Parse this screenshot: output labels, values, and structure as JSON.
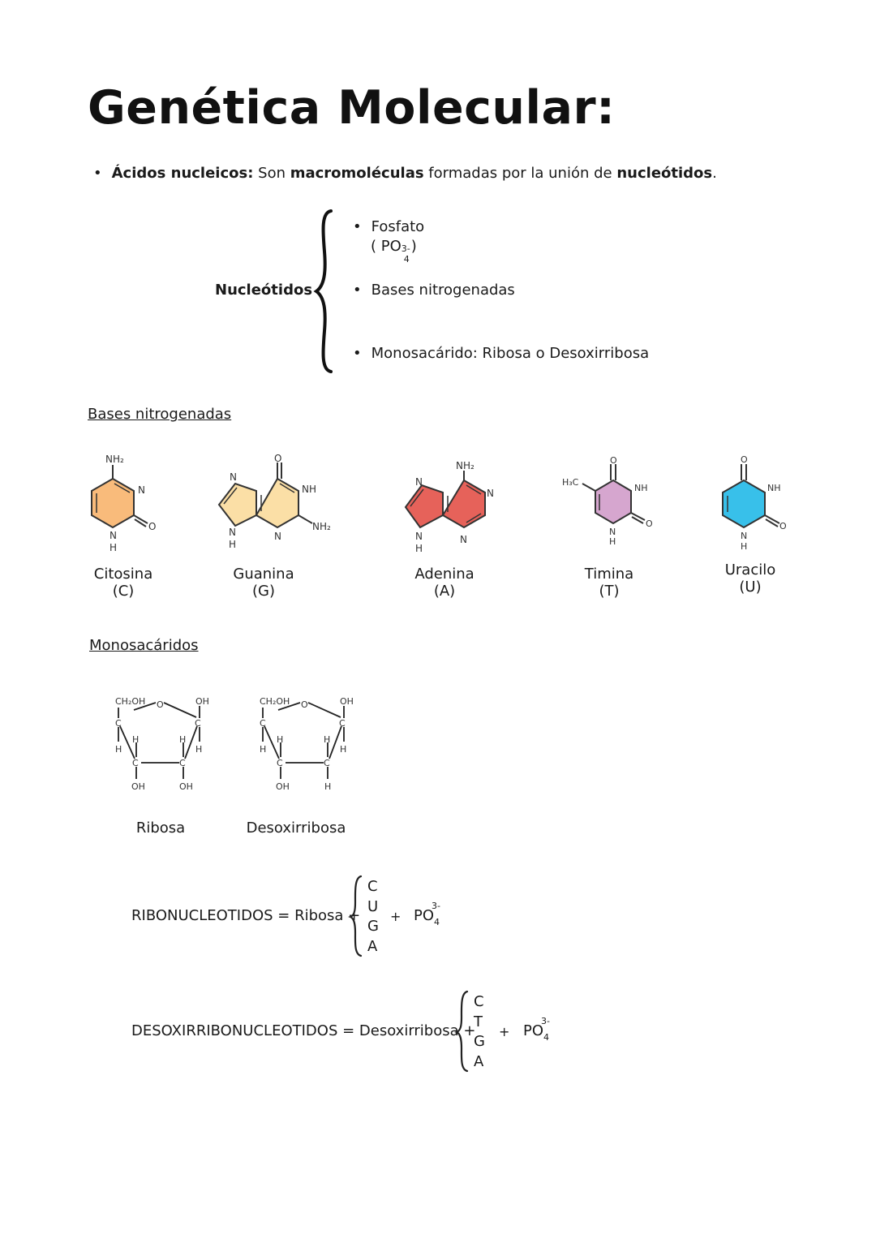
{
  "title": "Genética Molecular:",
  "intro": {
    "term": "Ácidos nucleicos:",
    "t1": " Son ",
    "b1": "macromoléculas",
    "t2": " formadas por la unión de ",
    "b2": "nucleótidos",
    "t3": "."
  },
  "nucleotidos": {
    "label": "Nucleótidos",
    "items": [
      "Fosfato",
      "Bases nitrogenadas",
      "Monosacárido: Ribosa o Desoxirribosa"
    ],
    "formula": {
      "open": "( PO",
      "sub": "4",
      "sup": "3-",
      "close": ")"
    }
  },
  "bases": {
    "heading": "Bases nitrogenadas",
    "items": [
      {
        "name": "Citosina",
        "code": "(C)",
        "color": "#f9bb7b"
      },
      {
        "name": "Guanina",
        "code": "(G)",
        "color": "#fbdfa6"
      },
      {
        "name": "Adenina",
        "code": "(A)",
        "color": "#e6625a"
      },
      {
        "name": "Timina",
        "code": "(T)",
        "color": "#d6a6cf"
      },
      {
        "name": "Uracilo",
        "code": "(U)",
        "color": "#38c0ea"
      }
    ],
    "atoms": {
      "nh2": "NH₂",
      "n": "N",
      "nh": "NH",
      "h": "H",
      "o": "O",
      "h3c": "H₃C"
    }
  },
  "monosacaridos": {
    "heading": "Monosacáridos",
    "items": [
      "Ribosa",
      "Desoxirribosa"
    ],
    "atoms": {
      "ch2oh": "CH₂OH",
      "o": "O",
      "oh": "OH",
      "c": "C",
      "h": "H"
    }
  },
  "equations": [
    {
      "lhs": "RIBONUCLEOTIDOS = Ribosa +",
      "bases": [
        "C",
        "U",
        "G",
        "A"
      ],
      "plus": "+",
      "po": "PO",
      "sub": "4",
      "sup": "3-"
    },
    {
      "lhs": "DESOXIRRIBONUCLEOTIDOS = Desoxirribosa +",
      "bases": [
        "C",
        "T",
        "G",
        "A"
      ],
      "plus": "+",
      "po": "PO",
      "sub": "4",
      "sup": "3-"
    }
  ]
}
